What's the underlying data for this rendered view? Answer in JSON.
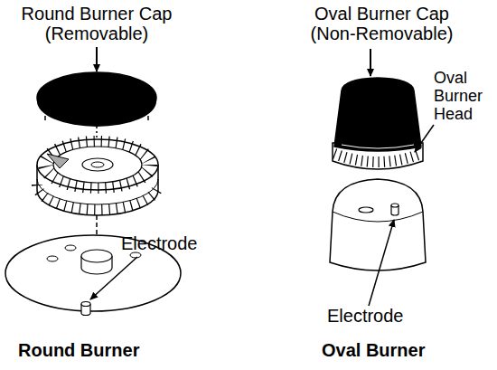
{
  "diagram": {
    "labels": [
      "Round Burner Cap (Removable)",
      "Oval Burner Cap (Non-Removable)",
      "Oval Burner Head",
      "Electrode",
      "Electrode",
      "Round Burner",
      "Oval Burner"
    ]
  }
}
